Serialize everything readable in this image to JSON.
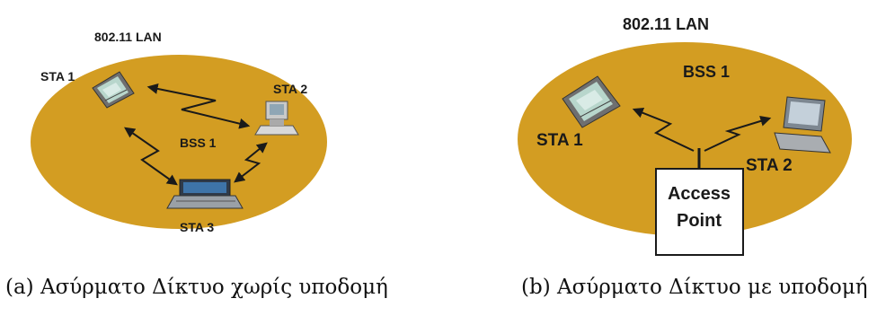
{
  "figure_a": {
    "lan_label": "802.11 LAN",
    "bss_label": "BSS 1",
    "stations": [
      "STA 1",
      "STA 2",
      "STA 3"
    ],
    "caption": "(a) Ασύρματο Δίκτυο χωρίς υποδομή"
  },
  "figure_b": {
    "lan_label": "802.11 LAN",
    "bss_label": "BSS 1",
    "stations": [
      "STA 1",
      "STA 2"
    ],
    "access_point_lines": [
      "Access",
      "Point"
    ],
    "caption": "(b) Ασύρματο Δίκτυο με υποδομή"
  },
  "colors": {
    "cell_fill": "#d39d22",
    "background": "#ffffff",
    "link": "#1a1a1a"
  }
}
